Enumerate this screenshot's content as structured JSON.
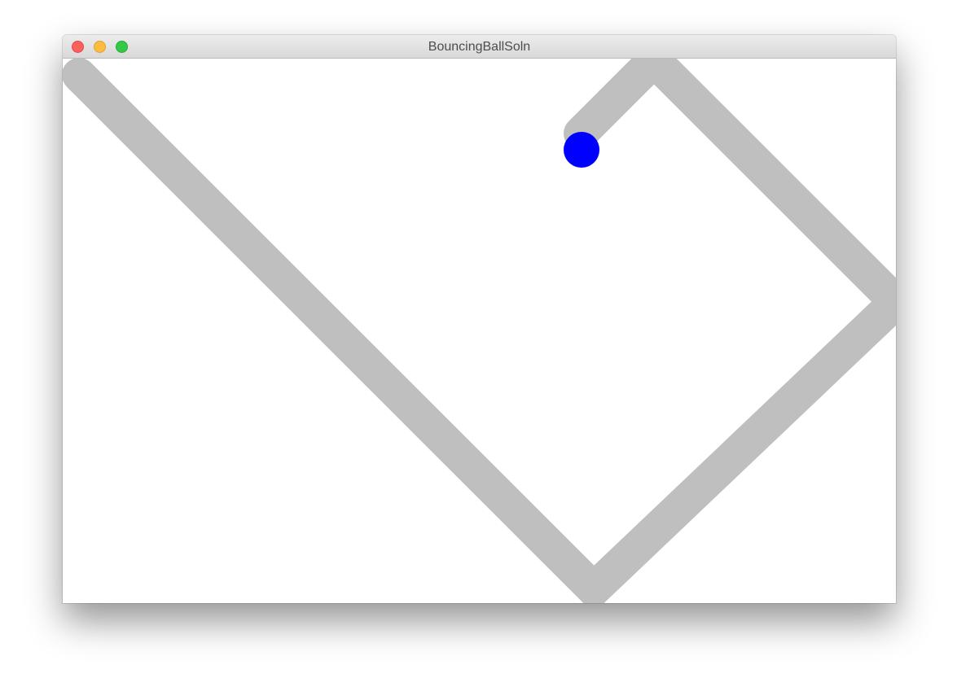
{
  "window": {
    "title": "BouncingBallSoln",
    "controls": {
      "close": "close-button",
      "minimize": "minimize-button",
      "zoom": "zoom-button"
    }
  },
  "colors": {
    "trail": "#bfbfbf",
    "ball": "#0000ff",
    "background": "#ffffff",
    "close": "#fc605c",
    "minimize": "#fdbc40",
    "zoom": "#34c84a"
  },
  "scene": {
    "trail_color_name": "gray",
    "ball_color_name": "blue"
  }
}
